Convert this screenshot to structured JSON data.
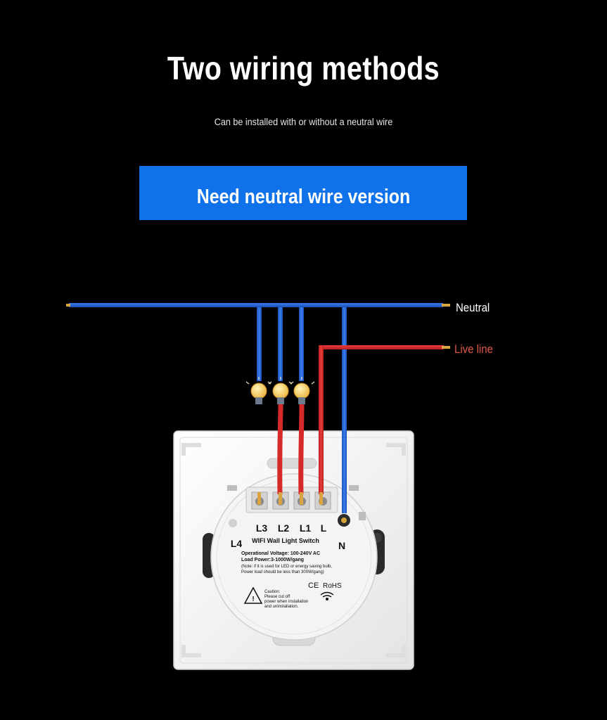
{
  "title": "Two wiring methods",
  "subtitle": "Can be installed with or without a neutral wire",
  "banner": "Need neutral wire version",
  "wires": {
    "neutral_label": "Neutral",
    "live_label": "Live line"
  },
  "switch": {
    "terminals": [
      "L3",
      "L2",
      "L1",
      "L"
    ],
    "l4_label": "L4",
    "n_label": "N",
    "product_name": "WIFI Wall Light Switch",
    "voltage": "Operational Voltage: 100-240V AC",
    "load_power": "Load Power:3-1000W/gang",
    "note_line1": "(Note: if it is used for LED or energy saving bulb,",
    "note_line2": "Power load should be less than 300W/gang)",
    "caution_title": "Caution:",
    "caution_line1": "Please cut off",
    "caution_line2": "power when installation",
    "caution_line3": "and uninstallation.",
    "ce": "CE",
    "rohs": "RoHS"
  },
  "colors": {
    "neutral_wire": "#1e5fd1",
    "live_wire": "#d62a2a",
    "banner": "#0f72ea",
    "bulb": "#f2c44a"
  }
}
